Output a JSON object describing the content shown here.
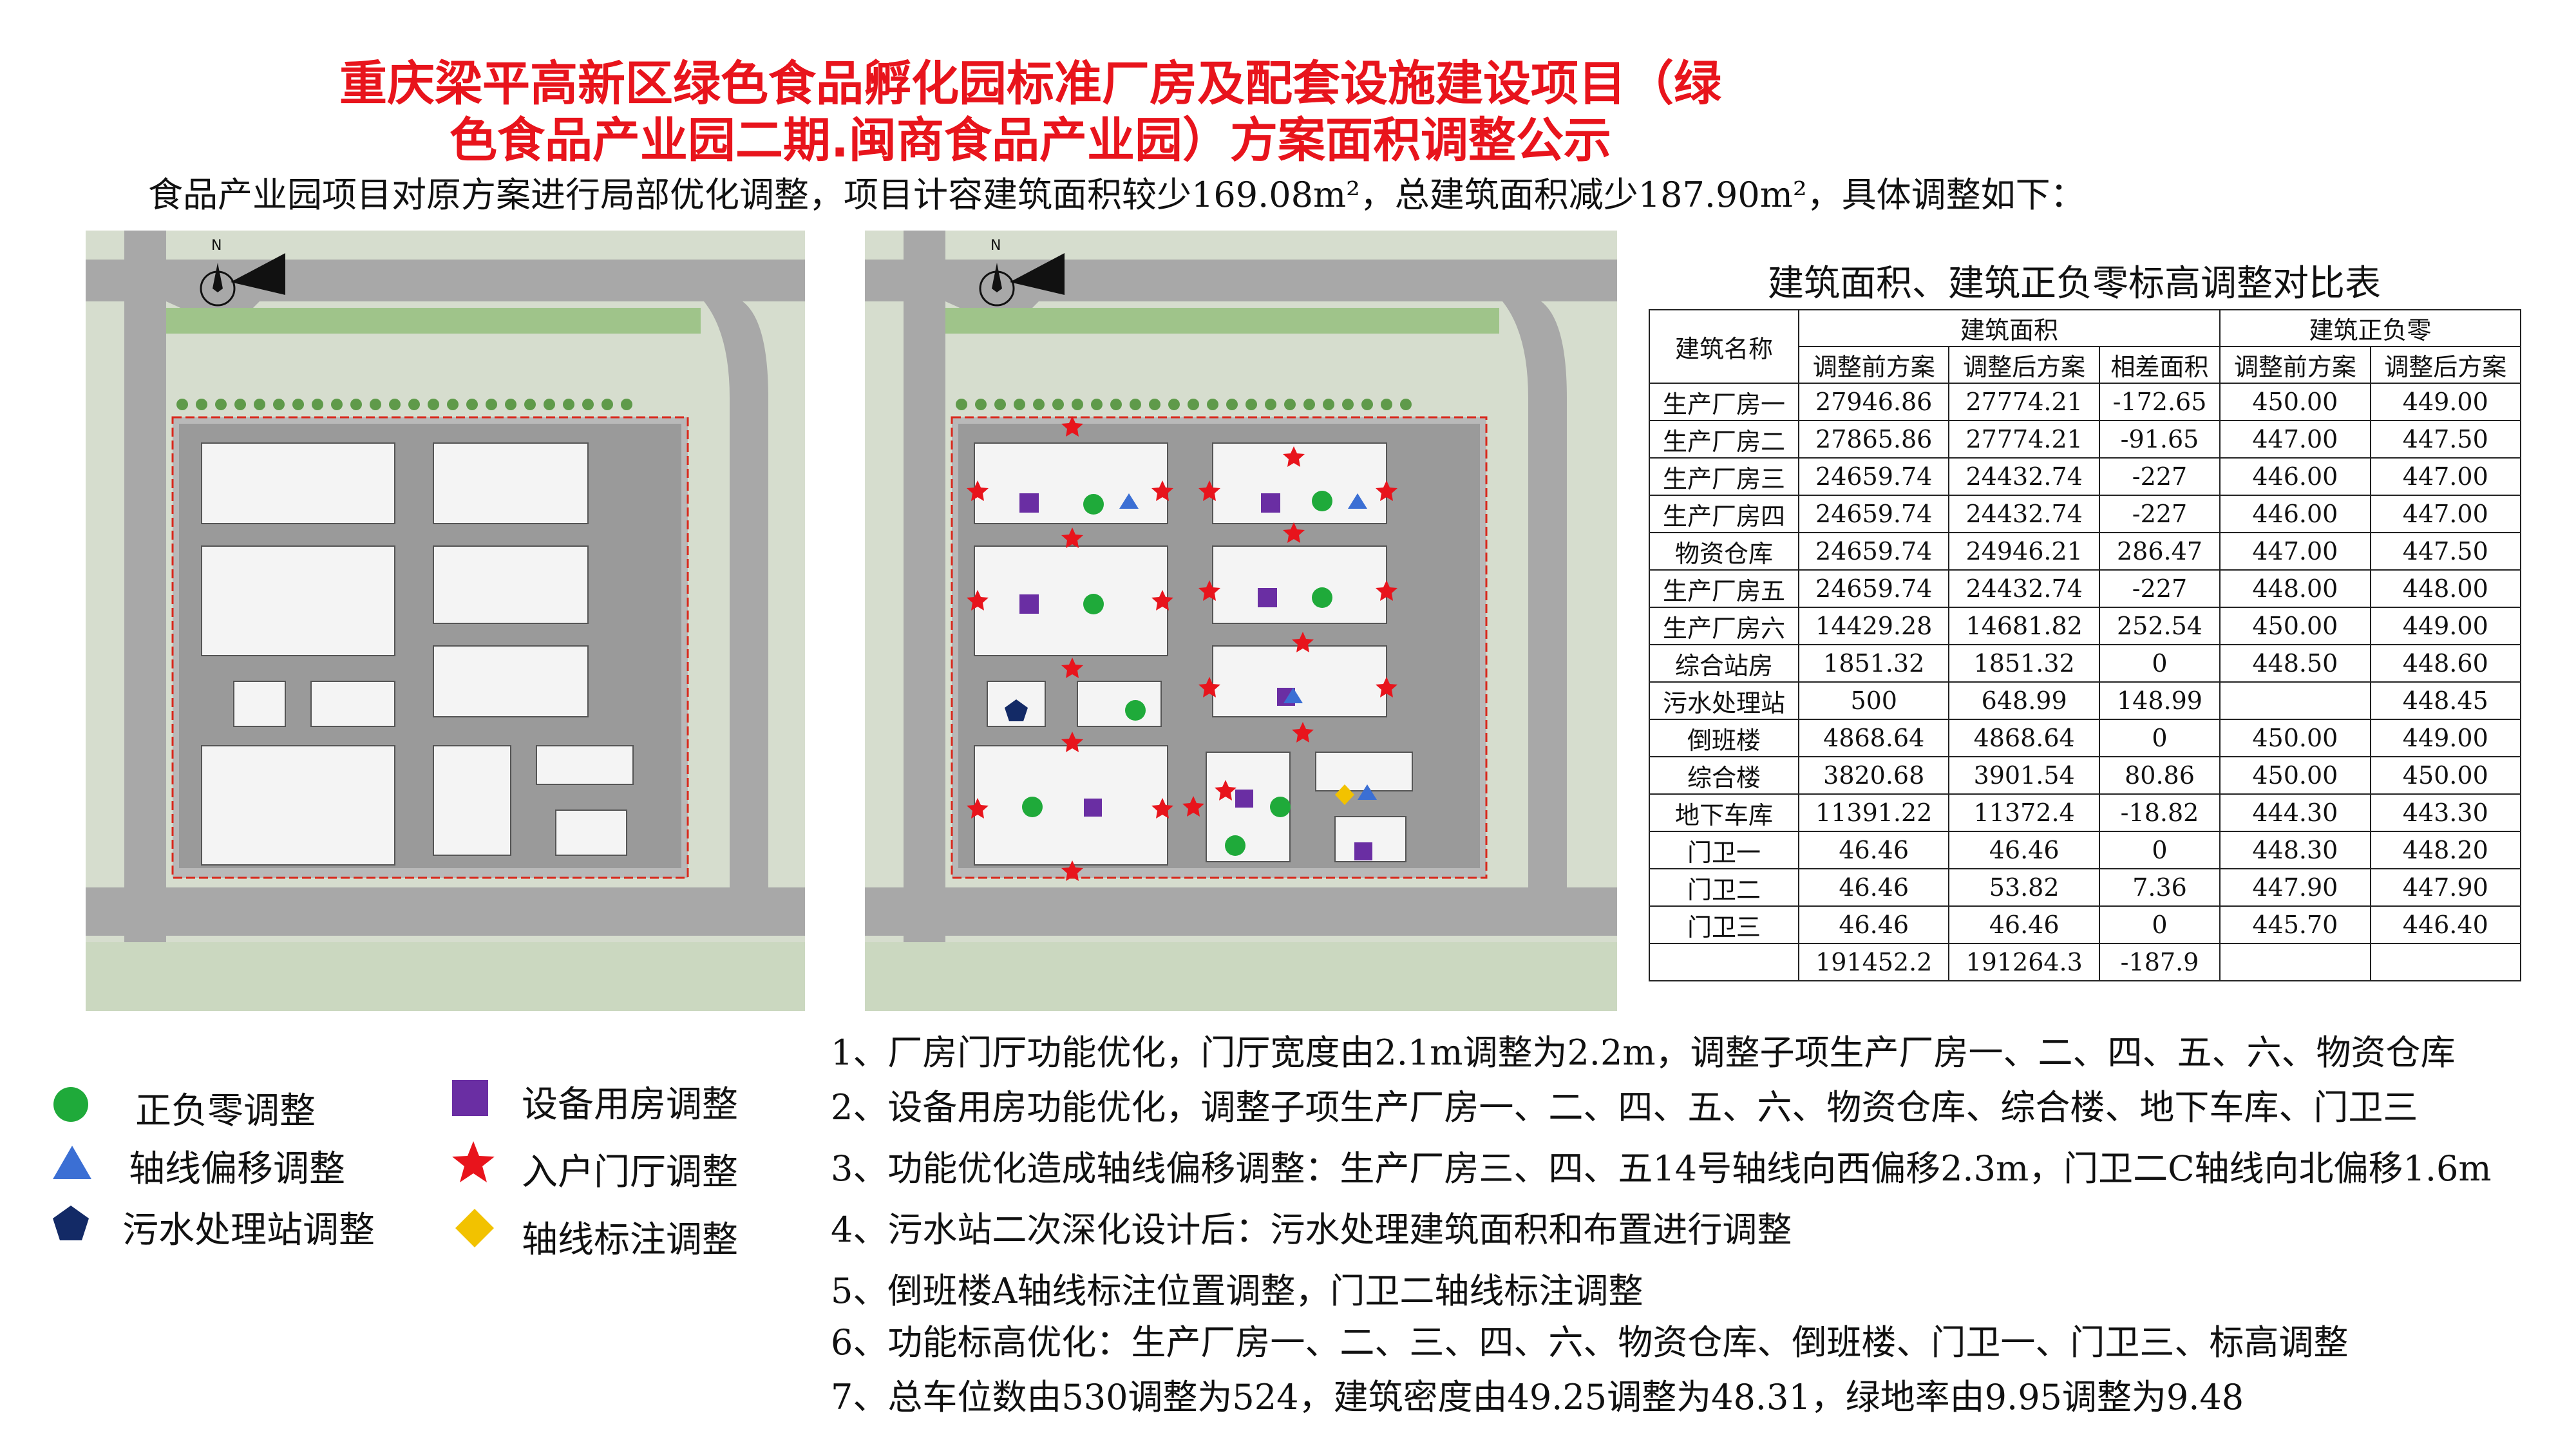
{
  "title": {
    "line1": "重庆梁平高新区绿色食品孵化园标准厂房及配套设施建设项目（绿",
    "line2": "色食品产业园二期.闽商食品产业园）方案面积调整公示"
  },
  "intro": "食品产业园项目对原方案进行局部优化调整，项目计容建筑面积较少169.08m²，总建筑面积减少187.90m²，具体调整如下：",
  "compass_label": "N",
  "table": {
    "title": "建筑面积、建筑正负零标高调整对比表",
    "header": {
      "name": "建筑名称",
      "area_group": "建筑面积",
      "elev_group": "建筑正负零",
      "before": "调整前方案",
      "after": "调整后方案",
      "diff": "相差面积",
      "elev_before": "调整前方案",
      "elev_after": "调整后方案"
    },
    "rows": [
      [
        "生产厂房一",
        "27946.86",
        "27774.21",
        "-172.65",
        "450.00",
        "449.00"
      ],
      [
        "生产厂房二",
        "27865.86",
        "27774.21",
        "-91.65",
        "447.00",
        "447.50"
      ],
      [
        "生产厂房三",
        "24659.74",
        "24432.74",
        "-227",
        "446.00",
        "447.00"
      ],
      [
        "生产厂房四",
        "24659.74",
        "24432.74",
        "-227",
        "446.00",
        "447.00"
      ],
      [
        "物资仓库",
        "24659.74",
        "24946.21",
        "286.47",
        "447.00",
        "447.50"
      ],
      [
        "生产厂房五",
        "24659.74",
        "24432.74",
        "-227",
        "448.00",
        "448.00"
      ],
      [
        "生产厂房六",
        "14429.28",
        "14681.82",
        "252.54",
        "450.00",
        "449.00"
      ],
      [
        "综合站房",
        "1851.32",
        "1851.32",
        "0",
        "448.50",
        "448.60"
      ],
      [
        "污水处理站",
        "500",
        "648.99",
        "148.99",
        "",
        "448.45"
      ],
      [
        "倒班楼",
        "4868.64",
        "4868.64",
        "0",
        "450.00",
        "449.00"
      ],
      [
        "综合楼",
        "3820.68",
        "3901.54",
        "80.86",
        "450.00",
        "450.00"
      ],
      [
        "地下车库",
        "11391.22",
        "11372.4",
        "-18.82",
        "444.30",
        "443.30"
      ],
      [
        "门卫一",
        "46.46",
        "46.46",
        "0",
        "448.30",
        "448.20"
      ],
      [
        "门卫二",
        "46.46",
        "53.82",
        "7.36",
        "447.90",
        "447.90"
      ],
      [
        "门卫三",
        "46.46",
        "46.46",
        "0",
        "445.70",
        "446.40"
      ],
      [
        "",
        "191452.2",
        "191264.3",
        "-187.9",
        "",
        ""
      ]
    ]
  },
  "legend": {
    "green_circle": "正负零调整",
    "purple_square": "设备用房调整",
    "blue_triangle": "轴线偏移调整",
    "red_star": "入户门厅调整",
    "navy_pentagon": "污水处理站调整",
    "yellow_diamond": "轴线标注调整"
  },
  "notes": [
    "1、厂房门厅功能优化，门厅宽度由2.1m调整为2.2m，调整子项生产厂房一、二、四、五、六、物资仓库",
    "2、设备用房功能优化，调整子项生产厂房一、二、四、五、六、物资仓库、综合楼、地下车库、门卫三",
    "3、功能优化造成轴线偏移调整：生产厂房三、四、五14号轴线向西偏移2.3m，门卫二C轴线向北偏移1.6m",
    "4、污水站二次深化设计后：污水处理建筑面积和布置进行调整",
    "5、倒班楼A轴线标注位置调整，门卫二轴线标注调整",
    "6、功能标高优化：生产厂房一、二、三、四、六、物资仓库、倒班楼、门卫一、门卫三、标高调整",
    "7、总车位数由530调整为524，建筑密度由49.25调整为48.31，绿地率由9.95调整为9.48"
  ],
  "colors": {
    "title": "#e8141c",
    "green": "#1faa3a",
    "purple": "#6a2ea3",
    "blue": "#3b6fd4",
    "red": "#e8141c",
    "navy": "#132a66",
    "yellow": "#f2c200",
    "road": "#a8a8a8",
    "building": "#f4f4f4"
  }
}
